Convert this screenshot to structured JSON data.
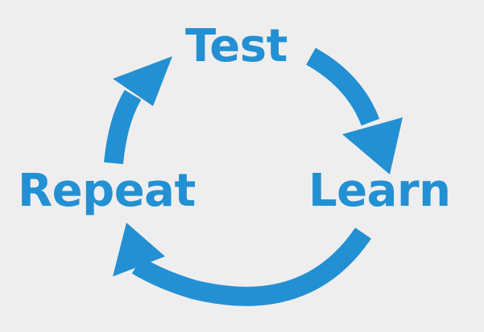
{
  "diagram": {
    "accent_color": "#2390d3",
    "background_color": "#efeeee",
    "nodes": [
      {
        "id": "test",
        "label": "Test"
      },
      {
        "id": "learn",
        "label": "Learn"
      },
      {
        "id": "repeat",
        "label": "Repeat"
      }
    ],
    "edges": [
      {
        "from": "test",
        "to": "learn",
        "icon": "curved-arrow-icon"
      },
      {
        "from": "learn",
        "to": "repeat",
        "icon": "curved-arrow-icon"
      },
      {
        "from": "repeat",
        "to": "test",
        "icon": "curved-arrow-icon"
      }
    ]
  }
}
